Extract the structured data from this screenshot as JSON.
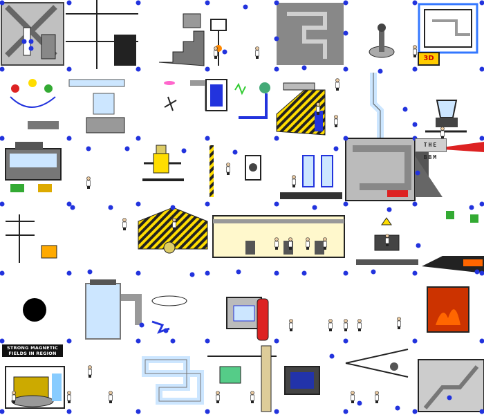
{
  "scene": {
    "title": "machine-collage",
    "colors": {
      "dot": "#2233dd",
      "pipe": "#999999",
      "pipe_dark": "#555555",
      "metal": "#bbbbbb",
      "hazard_yellow": "#ffdd00",
      "glass": "#cce6ff",
      "fire": "#ff6600",
      "panel_gray": "#888888",
      "flag_green": "#33aa33",
      "flag_red": "#dd2222"
    }
  },
  "texts": {
    "sign_line_1": "STRONG MAGNETIC",
    "sign_line_2": "FIELDS IN REGION",
    "bbm_label": "THE BBM",
    "badge_3d": "3D"
  },
  "icons": {
    "person": "person-icon",
    "dot": "dot-icon",
    "hazard": "hazard-icon",
    "basketball_hoop": "basketball-hoop-icon",
    "blender": "blender-icon",
    "black_hole": "black-hole-icon"
  }
}
